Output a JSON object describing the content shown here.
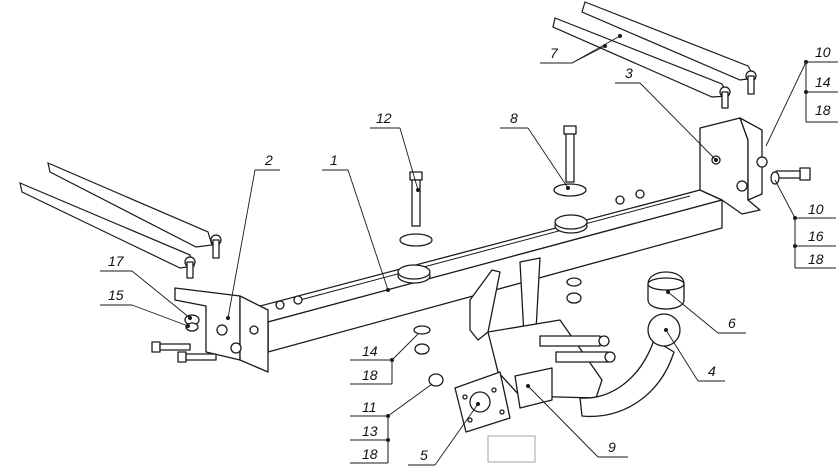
{
  "callouts": {
    "c1": "1",
    "c2": "2",
    "c3": "3",
    "c4": "4",
    "c5": "5",
    "c6": "6",
    "c7": "7",
    "c8": "8",
    "c9": "9",
    "c12": "12",
    "c15": "15",
    "c17": "17"
  },
  "stacks": {
    "right_top": [
      "10",
      "14",
      "18"
    ],
    "right_bolt": [
      "10",
      "16",
      "18"
    ],
    "left_mid": [
      "14",
      "18"
    ],
    "bottom_left": [
      "11",
      "13",
      "18"
    ]
  },
  "socket_label_box": ""
}
